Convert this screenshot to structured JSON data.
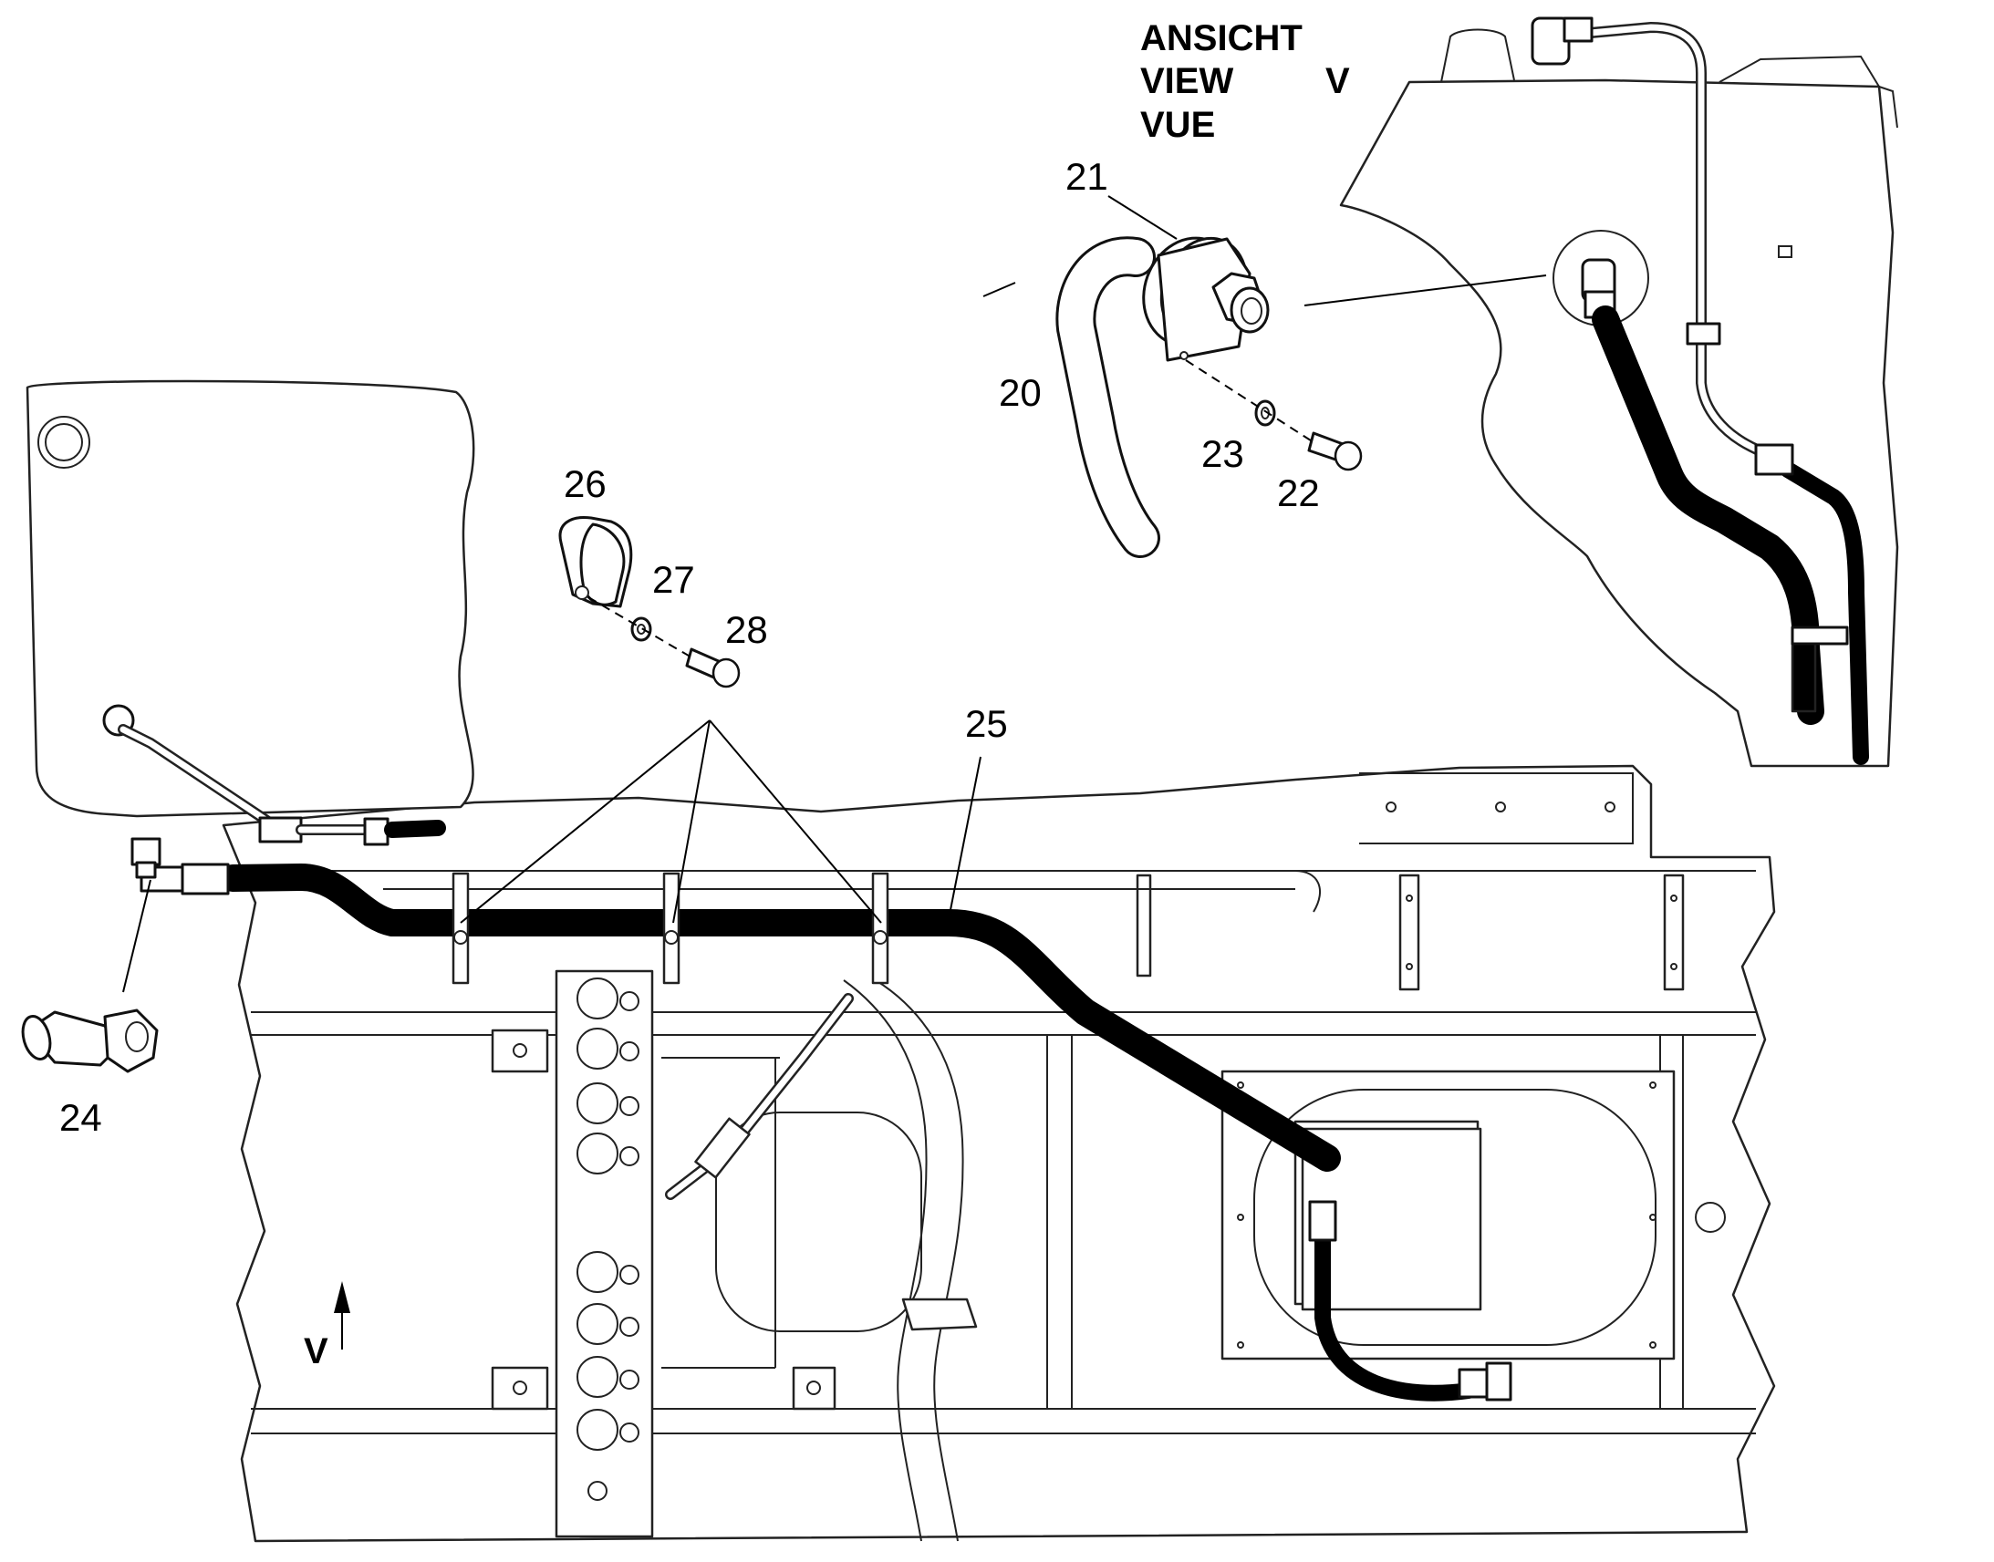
{
  "view_title": {
    "line1": "ANSICHT",
    "line2": "VIEW",
    "line3": "VUE",
    "view_letter": "V"
  },
  "view_marker": {
    "letter": "V"
  },
  "callouts": {
    "p20": "20",
    "p21": "21",
    "p22": "22",
    "p23": "23",
    "p24": "24",
    "p25": "25",
    "p26": "26",
    "p27": "27",
    "p28": "28"
  }
}
